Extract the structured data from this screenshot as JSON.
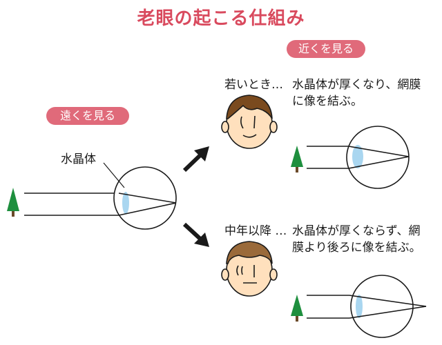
{
  "title": "老眼の起こる仕組み",
  "colors": {
    "accent": "#d94a5e",
    "pill_bg": "#e06a7a",
    "lens": "#a9d6f0",
    "tree": "#1e8f3e",
    "skin": "#ffe0bd",
    "hair_young": "#7a4a1e",
    "hair_old": "#9a6a3a"
  },
  "far": {
    "button": "遠くを見る",
    "lens_label": "水晶体"
  },
  "near": {
    "button": "近くを見る",
    "young": {
      "head": "若いとき…",
      "line1": "水晶体が厚くなり、網膜",
      "line2": "に像を結ぶ。"
    },
    "old": {
      "head": "中年以降 …",
      "line1": "水晶体が厚くならず、網",
      "line2": "膜より後ろに像を結ぶ。"
    }
  }
}
